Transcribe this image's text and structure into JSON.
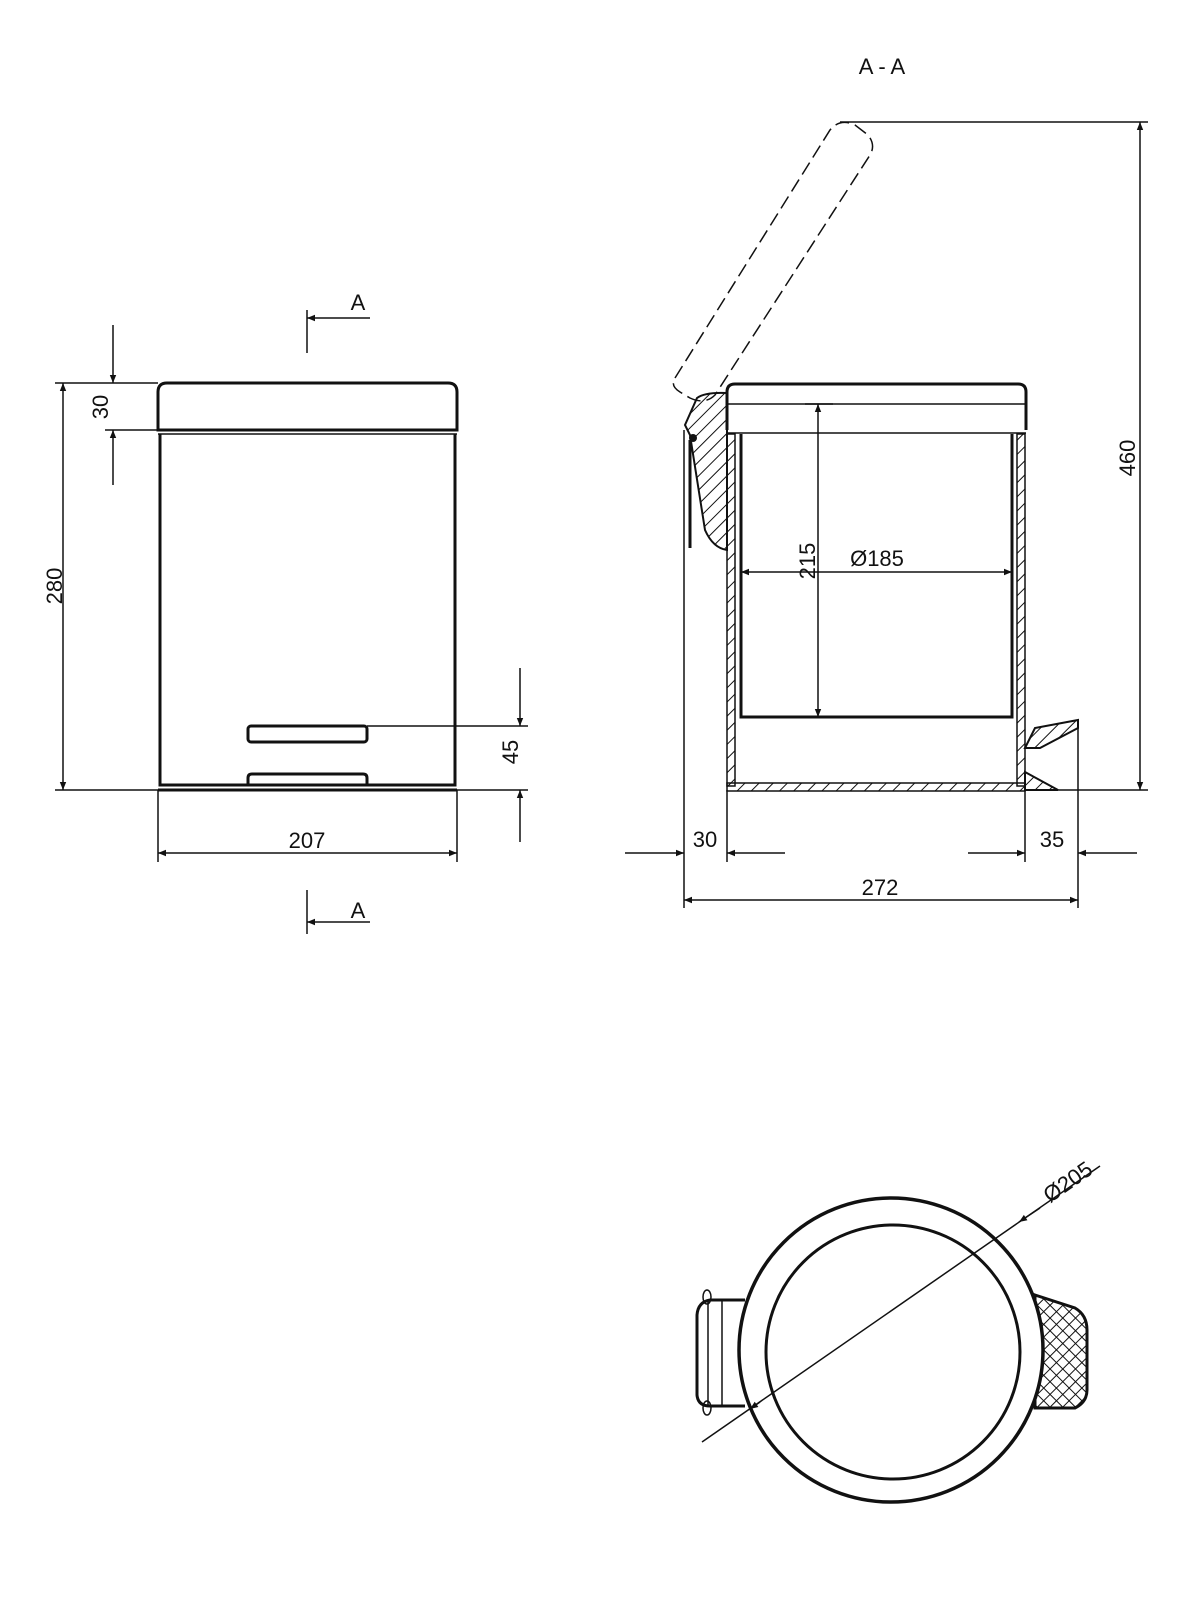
{
  "section_title": "A - A",
  "section_marks": {
    "top": "A",
    "bottom": "A"
  },
  "front_view": {
    "dim_lid_height": "30",
    "dim_body_height": "280",
    "dim_pedal_height": "45",
    "dim_width": "207"
  },
  "section_view": {
    "dim_open_height": "460",
    "dim_inner_height": "215",
    "dim_inner_diameter": "Ø185",
    "dim_hinge_offset": "30",
    "dim_pedal_offset": "35",
    "dim_total_depth": "272"
  },
  "top_view": {
    "dim_outer_diameter": "Ø205"
  },
  "colors": {
    "line": "#111111",
    "background": "#ffffff"
  }
}
